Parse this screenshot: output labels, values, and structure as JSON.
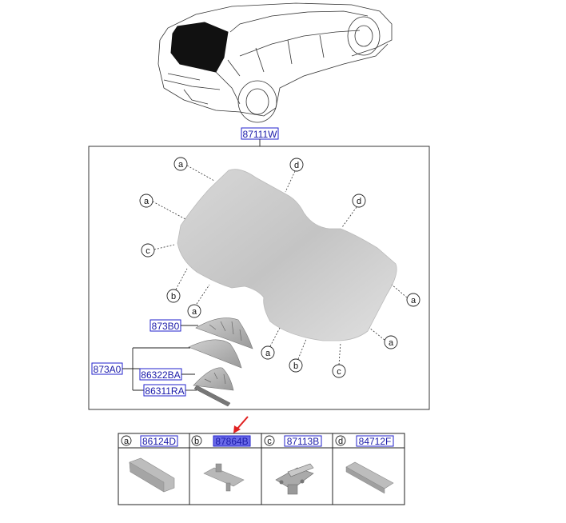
{
  "main_part": {
    "number": "87111W"
  },
  "sub_parts": [
    {
      "number": "873B0"
    },
    {
      "number": "873A0"
    },
    {
      "number": "86322BA"
    },
    {
      "number": "86311RA"
    }
  ],
  "callouts": {
    "a": "a",
    "b": "b",
    "c": "c",
    "d": "d"
  },
  "legend": [
    {
      "letter": "a",
      "number": "86124D",
      "selected": false
    },
    {
      "letter": "b",
      "number": "87864B",
      "selected": true
    },
    {
      "letter": "c",
      "number": "87113B",
      "selected": false
    },
    {
      "letter": "d",
      "number": "84712F",
      "selected": false
    }
  ],
  "colors": {
    "part_link": "#1a1aa8",
    "selected_fill": "#6a6ae8",
    "arrow": "#e02020",
    "glass": "#c9c9c9"
  }
}
